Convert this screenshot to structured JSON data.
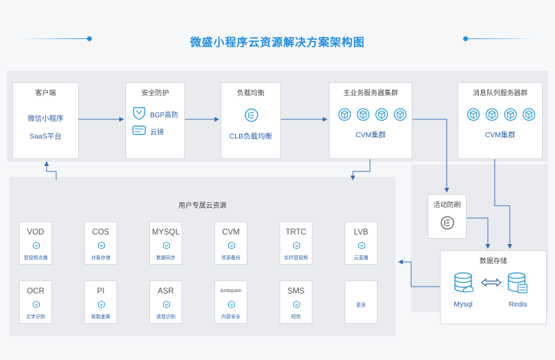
{
  "title": "微盛小程序云资源解决方案架构图",
  "colors": {
    "accent": "#1f8de0",
    "line": "#3a6fb5",
    "icon": "#2c9cd8"
  },
  "client": {
    "head": "客户端",
    "line1": "微信小程序",
    "line2": "SaaS平台"
  },
  "security": {
    "head": "安全防护",
    "item1": "BGP高防",
    "item2": "云镜"
  },
  "lb": {
    "head": "负载均衡",
    "item": "CLB负载均衡"
  },
  "main_cluster": {
    "head": "主业务服务器集群",
    "item": "CVM集群"
  },
  "mq_cluster": {
    "head": "消息队列服务器群",
    "item": "CVM集群"
  },
  "activity": {
    "head": "活动防刷"
  },
  "storage": {
    "head": "数据存储",
    "db1": "Mysql",
    "db2": "Redis"
  },
  "user_res": {
    "head": "用户专属云资源",
    "row1": [
      {
        "name": "VOD",
        "sub": "音视频点播"
      },
      {
        "name": "COS",
        "sub": "对象存储"
      },
      {
        "name": "MYSQL",
        "sub": "数据同步"
      },
      {
        "name": "CVM",
        "sub": "资源备份"
      },
      {
        "name": "TRTC",
        "sub": "实时音视频"
      },
      {
        "name": "LVB",
        "sub": "云直播"
      }
    ],
    "row2": [
      {
        "name": "OCR",
        "sub": "文字识别"
      },
      {
        "name": "PI",
        "sub": "智能鉴黄"
      },
      {
        "name": "ASR",
        "sub": "语音识别"
      },
      {
        "name": "Antispam",
        "sub": "内容安全"
      },
      {
        "name": "SMS",
        "sub": "短信"
      },
      {
        "name": "",
        "sub": "更多"
      }
    ]
  }
}
